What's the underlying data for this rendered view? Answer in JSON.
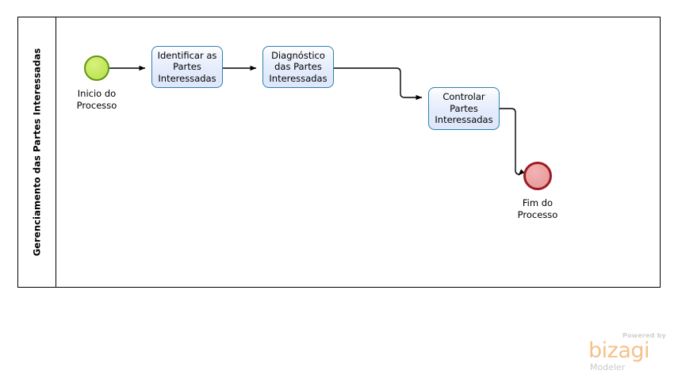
{
  "diagram": {
    "type": "bpmn-process-diagram",
    "pool": {
      "lane_title": "Gerenciamento das Partes Interessadas"
    },
    "nodes": [
      {
        "id": "start",
        "kind": "start-event",
        "label": "Inicio do\nProcesso",
        "fill": "#c4e85f",
        "stroke": "#5f9610"
      },
      {
        "id": "task-1",
        "kind": "task",
        "label": "Identificar as\nPartes\nInteressadas",
        "fill": "#e2eafb",
        "stroke": "#2b7fb0"
      },
      {
        "id": "task-2",
        "kind": "task",
        "label": "Diagnóstico\ndas Partes\nInteressadas",
        "fill": "#e2eafb",
        "stroke": "#2b7fb0"
      },
      {
        "id": "task-3",
        "kind": "task",
        "label": "Controlar\nPartes\nInteressadas",
        "fill": "#e2eafb",
        "stroke": "#2b7fb0"
      },
      {
        "id": "end",
        "kind": "end-event",
        "label": "Fim do\nProcesso",
        "fill": "#eaa2a2",
        "stroke": "#9e1b23"
      }
    ],
    "flows": [
      {
        "id": "flow-1",
        "from": "start",
        "to": "task-1"
      },
      {
        "id": "flow-2",
        "from": "task-1",
        "to": "task-2"
      },
      {
        "id": "flow-3",
        "from": "task-2",
        "to": "task-3"
      },
      {
        "id": "flow-4",
        "from": "task-3",
        "to": "end"
      }
    ]
  },
  "footer": {
    "powered_by": "Powered by",
    "brand": "bizagi",
    "product": "Modeler",
    "brand_color": "#f6c08a"
  }
}
